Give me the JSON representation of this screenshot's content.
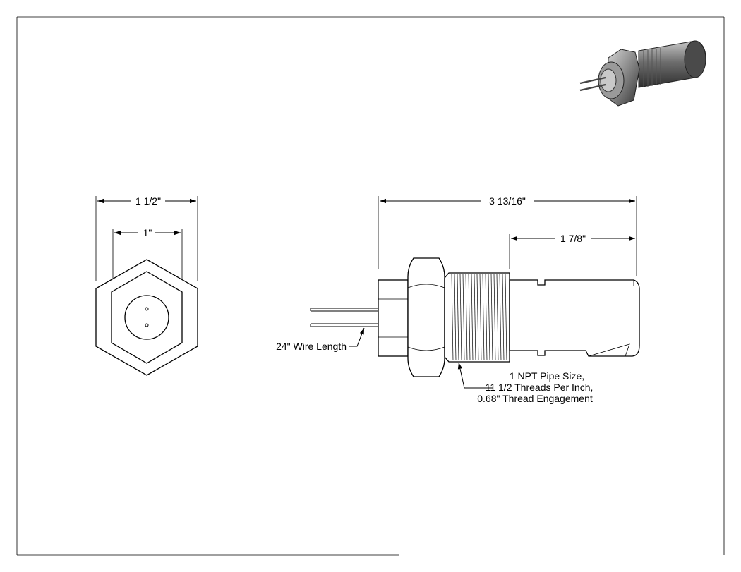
{
  "drawing": {
    "end_view": {
      "overall_width_label": "1 1/2\"",
      "inner_width_label": "1\""
    },
    "side_view": {
      "overall_length_label": "3 13/16\"",
      "probe_length_label": "1 7/8\""
    },
    "notes": {
      "wire_length": "24\" Wire Length",
      "thread_line_1": "1 NPT Pipe Size,",
      "thread_line_2": "11 1/2 Threads Per Inch,",
      "thread_line_3": "0.68\" Thread Engagement"
    },
    "colors": {
      "line": "#000000",
      "background": "#ffffff",
      "render_dark": "#3a3a3a",
      "render_mid": "#8a8a8a",
      "render_light": "#d6d6d6"
    }
  }
}
